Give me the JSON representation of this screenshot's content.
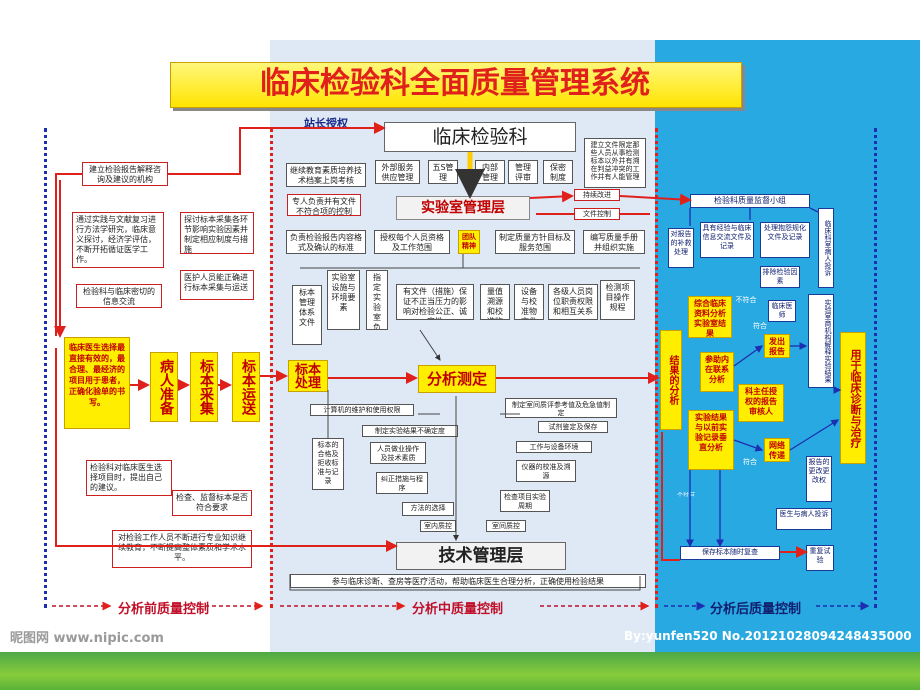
{
  "title": "临床检验科全面质量管理系统",
  "authorization": "站长授权",
  "dept": "临床检验科",
  "top_grey_boxes": [
    "继续教育素质培养技术档案上岗考核",
    "外部服务供应管理",
    "五S管理",
    "内部管理",
    "管理评审",
    "保密制度"
  ],
  "right_note": "建立文件限定那些人员从事检测标本以外并有溯在判益冲突的工作并有人能管理",
  "continuous": "持续改进",
  "doc_control": "文件控制",
  "lab_mgmt": "实验室管理层",
  "lab_side": "专人负责并有文件不符合项的控制",
  "sub_boxes": [
    "负责检验报告内容格式及确认的标准",
    "授权每个人员资格及工作范围",
    "团队精神",
    "制定质量方针目标及服务范围",
    "编写质量手册并组织实施"
  ],
  "sop_items": [
    "标本管理体系文件",
    "实验室设施与环境要素",
    "指定实验室负责人",
    "有文件（措施）保证不正当压力的影响对检验公正、诚实性",
    "量值溯源和校准物文件",
    "设备与校准物文件",
    "各级人员岗位职责权限和相互关系",
    "检测项目操作规程"
  ],
  "left_boxes": [
    "建立检验报告解释咨询及建议的机构",
    "通过实践与文献复习进行方法学研究，临床意义探讨，经济学评估，不断开拓循证医学工作。",
    "检验科与临床密切的信息交流",
    "临床医生选择最直接有效的，最合理、最经济的项目用于患者，正确化验单的书写。",
    "检验科对临床医生选择项目时，提出自己的建议。",
    "对检验工作人员不断进行专业知识继续教育，不断提高整体素质和学术水平。"
  ],
  "mid_left_boxes": [
    "探讨标本采集各环节影响实验因素并制定相应制度与措施",
    "医护人员能正确进行标本采集与运送",
    "检查、监督标本是否符合要求"
  ],
  "pre_steps": [
    "病人准备",
    "标本采集",
    "标本运送"
  ],
  "specimen": "标本处理",
  "analysis": "分析测定",
  "mid_lower": [
    "计算机的维护和使用权限",
    "制定实验结果不确定度",
    "人员做业操作及技术素质",
    "纠正措施与程序",
    "方法的选择",
    "室内质控",
    "制定室间质评参考值及危急值制定",
    "试剂鉴定及保存",
    "工作与设备环境",
    "仪器的校准及溯源",
    "检查项目实验周期",
    "室间质控",
    "标本的合格及拒收标准与记录"
  ],
  "tech": "技术管理层",
  "bottom_band": "参与临床诊断、查房等医疗活动，帮助临床医生合理分析，正确使用检验结果",
  "right_group": "检验科质量监督小组",
  "right_boxes": [
    "对报告的补救处理",
    "具有经验与临床信息交流文件及记录",
    "处理抱怨规化文件及记录",
    "临床科室病人投诉",
    "排除检验因素",
    "结果的分析",
    "综合临床资料分析实验室结果",
    "不符合",
    "临床医师",
    "参助内在联系分析",
    "符合",
    "发出报告",
    "科主任授权的报告审核人",
    "实验室商机构解释实验结果",
    "实验结果与以前实验记录垂直分析",
    "符合",
    "网络传递",
    "报告的更改更改权",
    "医生与病人投诉",
    "保存标本随时复查",
    "重复试验"
  ],
  "final": "用于临床诊断与治疗",
  "not_ok": "不符合",
  "phases": [
    "分析前质量控制",
    "分析中质量控制",
    "分析后质量控制"
  ],
  "watermark_left": "昵图网 www.nipic.com",
  "watermark_right": "By:yunfen520  No.20121028094248435000",
  "colors": {
    "red": "#e0201a",
    "blue": "#1b2fb0",
    "yellow": "#ffee00",
    "left_bg": "#ffffff",
    "mid_bg": "#dfe9f6",
    "right_bg": "#29a9e2"
  }
}
